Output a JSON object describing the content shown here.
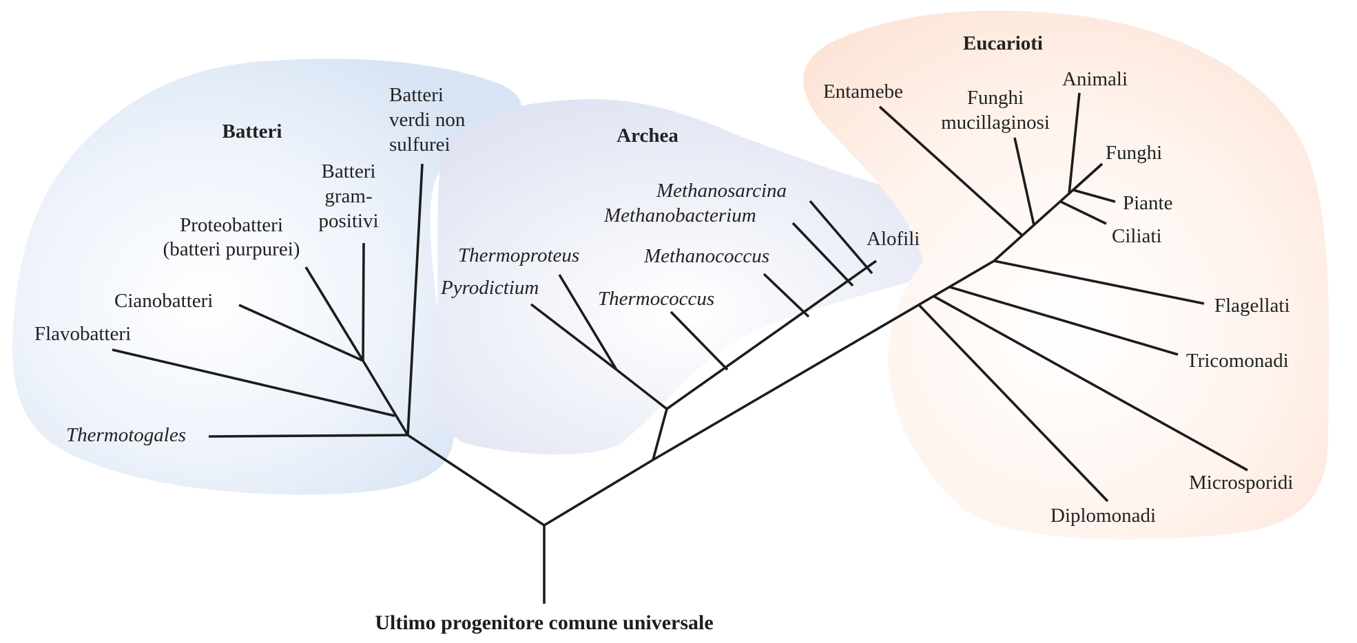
{
  "domains": {
    "bacteria": "Batteri",
    "archaea": "Archea",
    "eukaryotes": "Eucarioti"
  },
  "root_label": "Ultimo progenitore comune universale",
  "bacteria_taxa": {
    "thermotogales": "Thermotogales",
    "flavobacteria": "Flavobatteri",
    "cyanobacteria": "Cianobatteri",
    "proteobacteria": [
      "Proteobatteri",
      "(batteri purpurei)"
    ],
    "gram_positive": [
      "Batteri",
      "gram-",
      "positivi"
    ],
    "green_nonsulfur": [
      "Batteri",
      "verdi non",
      "sulfurei"
    ]
  },
  "archaea_taxa": {
    "pyrodictium": "Pyrodictium",
    "thermoproteus": "Thermoproteus",
    "thermococcus": "Thermococcus",
    "methanococcus": "Methanococcus",
    "methanobacterium": "Methanobacterium",
    "methanosarcina": "Methanosarcina",
    "halophiles": "Alofili"
  },
  "eukaryote_taxa": {
    "entamoebae": "Entamebe",
    "slime_molds": [
      "Funghi",
      "mucillaginosi"
    ],
    "animals": "Animali",
    "fungi": "Funghi",
    "plants": "Piante",
    "ciliates": "Ciliati",
    "flagellates": "Flagellati",
    "trichomonads": "Tricomonadi",
    "microsporidia": "Microsporidi",
    "diplomonads": "Diplomonadi"
  },
  "colors": {
    "bacteria_region": "#dce7f5",
    "archaea_region": "#e1e5f3",
    "eukaryote_region": "#fce6d8",
    "branch": "#1c1c1c",
    "text": "#222222"
  }
}
